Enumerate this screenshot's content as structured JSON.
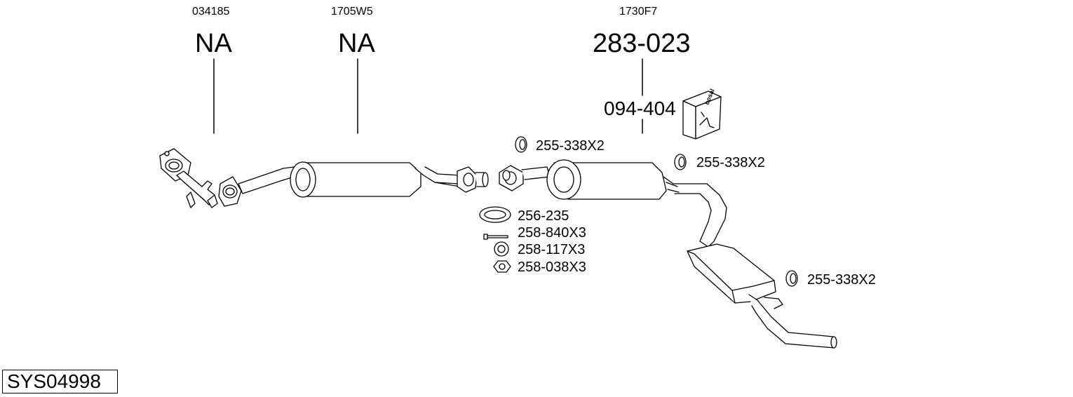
{
  "columns": [
    {
      "oe_code": "034185",
      "part": "NA"
    },
    {
      "oe_code": "1705W5",
      "part": "NA"
    },
    {
      "oe_code": "1730F7",
      "part": "283-023"
    }
  ],
  "mounting_kit": "094-404",
  "box_brand_text": "bosal",
  "gaskets": [
    {
      "label": "255-338X2"
    },
    {
      "label": "255-338X2"
    },
    {
      "label": "255-338X2"
    }
  ],
  "fittings": [
    {
      "label": "256-235"
    },
    {
      "label": "258-840X3"
    },
    {
      "label": "258-117X3"
    },
    {
      "label": "258-038X3"
    }
  ],
  "system_code": "SYS04998"
}
